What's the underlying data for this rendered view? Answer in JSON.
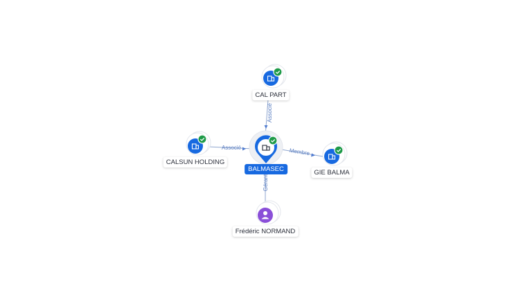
{
  "center": {
    "label": "BALMASEC",
    "icon": "building-icon",
    "badge": "check-icon",
    "color": "#1769e0"
  },
  "nodes": [
    {
      "id": "calpart",
      "label": "CAL PART",
      "type": "company",
      "icon": "building-icon",
      "verified": true
    },
    {
      "id": "calsun",
      "label": "CALSUN HOLDING",
      "type": "company",
      "icon": "building-icon",
      "verified": true
    },
    {
      "id": "giebalma",
      "label": "GIE BALMA",
      "type": "company",
      "icon": "building-icon",
      "verified": true
    },
    {
      "id": "normand",
      "label": "Frédéric NORMAND",
      "type": "person",
      "icon": "person-icon",
      "verified": false
    }
  ],
  "edges": [
    {
      "from": "calpart",
      "to": "center",
      "label": "Associé"
    },
    {
      "from": "calsun",
      "to": "center",
      "label": "Associé"
    },
    {
      "from": "center",
      "to": "giebalma",
      "label": "Membre"
    },
    {
      "from": "normand",
      "to": "center",
      "label": "Gérant"
    }
  ],
  "colors": {
    "company": "#1769e0",
    "person": "#8a4fd8",
    "verified": "#1e9a48",
    "edge": "#8fa6cf",
    "edge_label": "#5b7fc2"
  }
}
